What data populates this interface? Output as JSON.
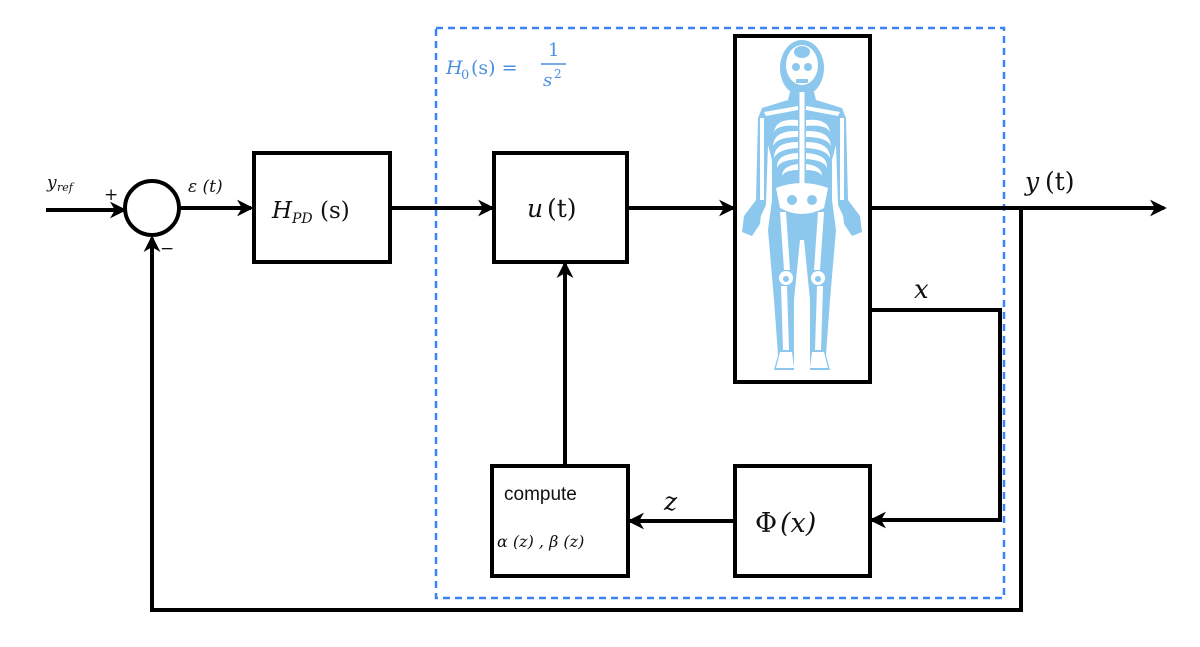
{
  "diagram": {
    "title": "Closed-loop control block diagram with skeleton plant",
    "colors": {
      "line": "#000000",
      "dashed_region": "#3b82f6",
      "region_label": "#4a8fe0",
      "skeleton": "#8cc8ee"
    },
    "input": {
      "label_main": "y",
      "label_sub": "ref"
    },
    "summing_junction": {
      "plus_sign": "+",
      "minus_sign": "−"
    },
    "error_signal": {
      "label": "ε (t)"
    },
    "controller_block": {
      "label_main": "H",
      "label_sub": "PD",
      "label_arg": "(s)"
    },
    "region": {
      "label_lhs_main": "H",
      "label_lhs_sub": "0",
      "label_lhs_arg": "(s) =",
      "label_numerator": "1",
      "label_denominator": "s",
      "label_denominator_exp": "2"
    },
    "input_block": {
      "label_main": "u",
      "label_arg": "(t)"
    },
    "plant_block": {
      "image": "human-skeleton-icon"
    },
    "output": {
      "label_main": "y",
      "label_arg": "(t)"
    },
    "state_signal": {
      "label": "x"
    },
    "feature_block": {
      "label_phi": "Φ",
      "label_arg": "(x)"
    },
    "feature_signal": {
      "label": "z"
    },
    "compute_block": {
      "label_title": "compute",
      "label_alpha": "α (z) , β (z)"
    }
  }
}
